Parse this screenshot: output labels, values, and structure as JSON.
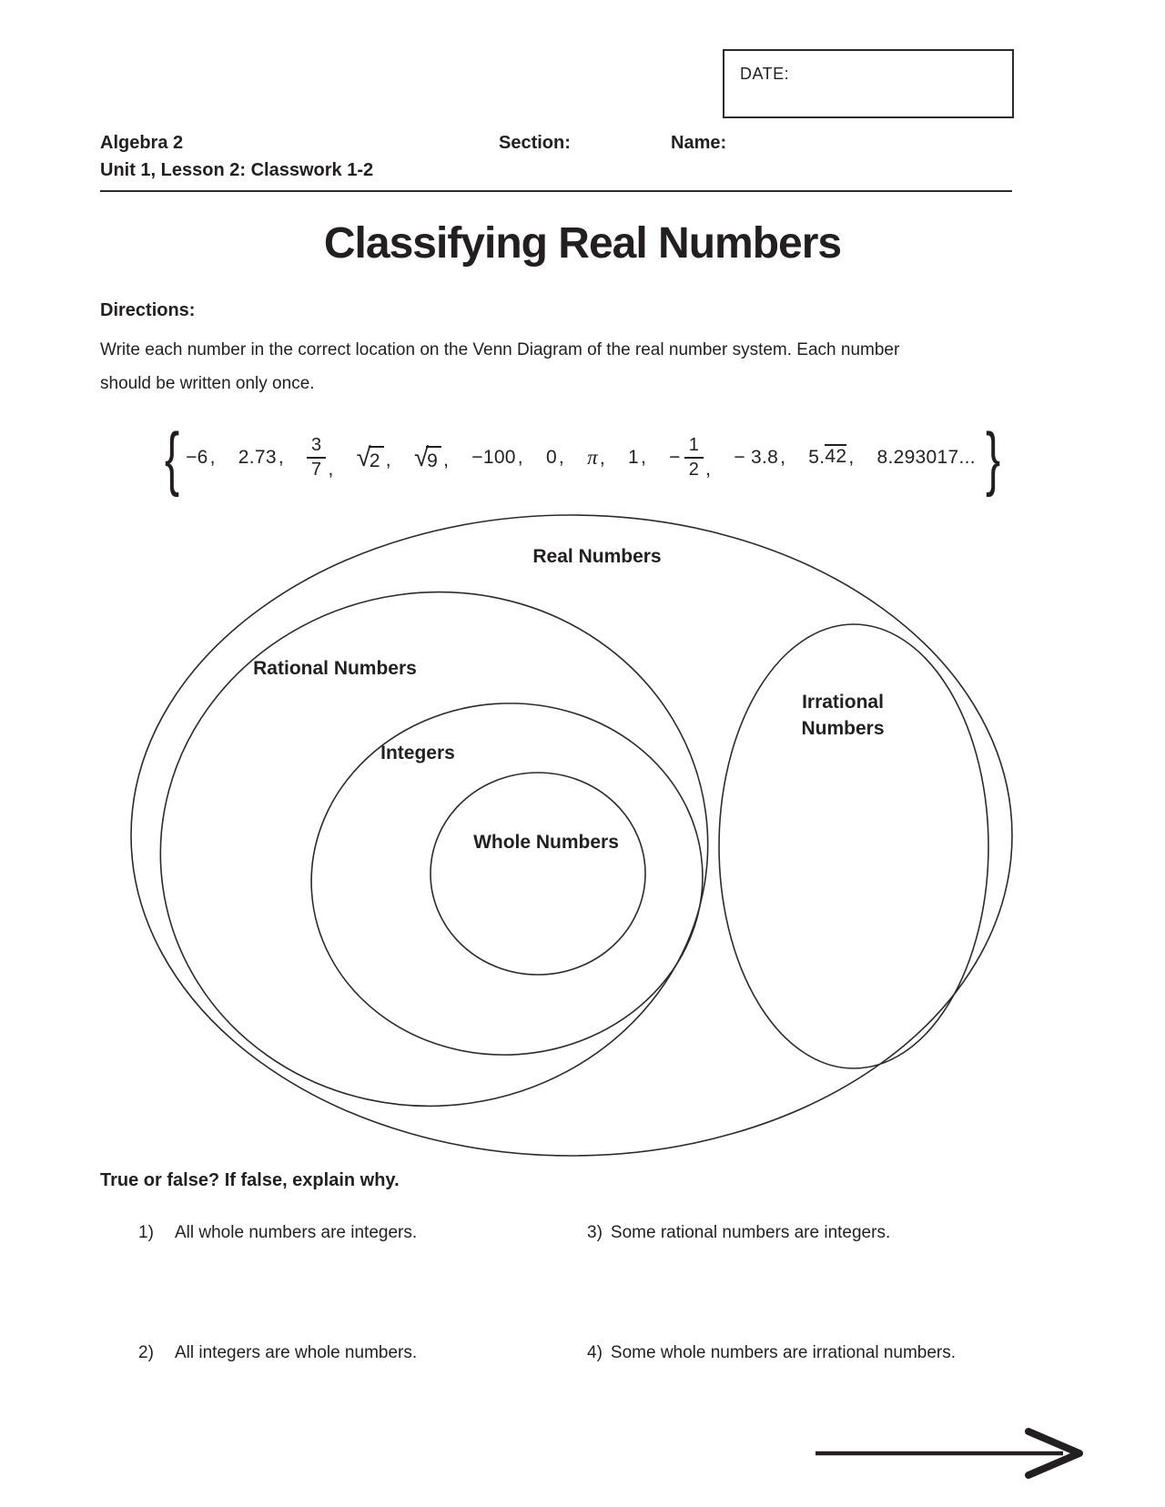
{
  "page": {
    "ink_color": "#231f20",
    "background": "#ffffff"
  },
  "date_box": {
    "label": "DATE:"
  },
  "header": {
    "course": "Algebra 2",
    "lesson": "Unit 1, Lesson 2: Classwork 1-2",
    "section_label": "Section:",
    "name_label": "Name:"
  },
  "title": "Classifying Real Numbers",
  "directions": {
    "label": "Directions:",
    "line1": "Write each number in the correct location on the Venn Diagram of the real number system.  Each number",
    "line2": "should be written only once."
  },
  "number_set": {
    "open_brace": "{",
    "close_brace": "}",
    "separator": ",",
    "items": [
      {
        "type": "plain",
        "text": "−6",
        "name": "minus-6"
      },
      {
        "type": "plain",
        "text": "2.73",
        "name": "2-73"
      },
      {
        "type": "fraction",
        "num": "3",
        "den": "7",
        "name": "three-sevenths"
      },
      {
        "type": "sqrt",
        "radical": "√",
        "radicand": "2",
        "name": "sqrt-2"
      },
      {
        "type": "sqrt",
        "radical": "√",
        "radicand": "9",
        "name": "sqrt-9"
      },
      {
        "type": "plain",
        "text": "−100",
        "name": "minus-100"
      },
      {
        "type": "plain",
        "text": "0",
        "name": "zero"
      },
      {
        "type": "pi",
        "text": "π",
        "name": "pi"
      },
      {
        "type": "plain",
        "text": "1",
        "name": "one"
      },
      {
        "type": "neg-fraction",
        "sign": "−",
        "num": "1",
        "den": "2",
        "name": "minus-one-half"
      },
      {
        "type": "plain",
        "text": "− 3.8",
        "name": "minus-3-8"
      },
      {
        "type": "repeating",
        "lead": "5.",
        "bar": "42",
        "name": "5-point-42-repeating"
      },
      {
        "type": "plain",
        "text": "8.293017...",
        "name": "8-293017"
      }
    ]
  },
  "venn": {
    "labels": {
      "real": "Real Numbers",
      "rational": "Rational Numbers",
      "integers": "Integers",
      "whole": "Whole Numbers",
      "irrational_line1": "Irrational",
      "irrational_line2": "Numbers"
    }
  },
  "true_false": {
    "heading": "True or false?  If false, explain why.",
    "questions": [
      {
        "number": "1)",
        "text": "All whole numbers are integers."
      },
      {
        "number": "2)",
        "text": "All integers are whole numbers."
      },
      {
        "number": "3)",
        "text": "Some rational numbers are integers."
      },
      {
        "number": "4)",
        "text": "Some whole numbers are irrational numbers."
      }
    ]
  },
  "icons": {
    "footer_arrow": "right-arrow"
  }
}
